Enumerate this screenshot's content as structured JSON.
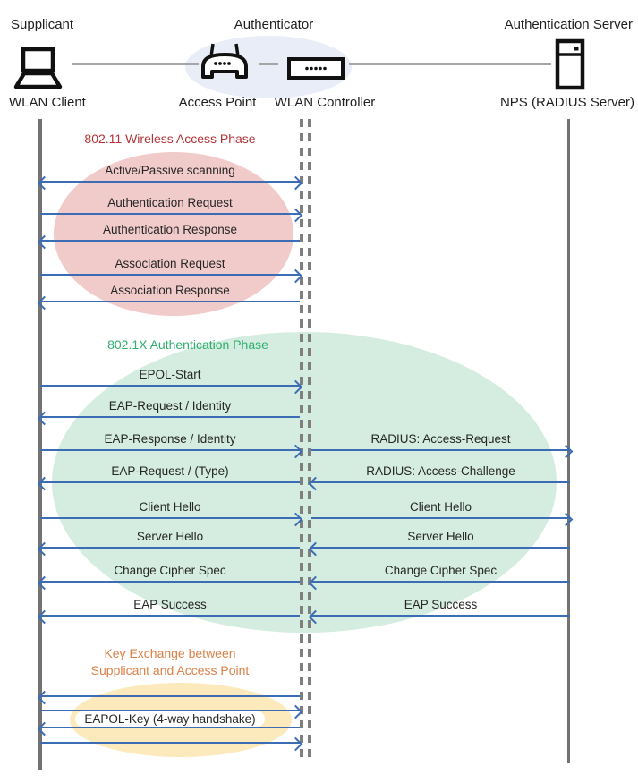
{
  "header": {
    "roles": [
      "Supplicant",
      "Authenticator",
      "Authentication Server"
    ],
    "devices": [
      "WLAN Client",
      "Access Point",
      "WLAN Controller",
      "NPS (RADIUS Server)"
    ]
  },
  "phases": {
    "phase1": {
      "title": "802.11 Wireless Access Phase"
    },
    "phase2": {
      "title": "802.1X Authentication Phase"
    },
    "phase3": {
      "title_line1": "Key Exchange between",
      "title_line2": "Supplicant and Access Point"
    }
  },
  "messages_left": [
    {
      "label": "Active/Passive scanning",
      "direction": "both"
    },
    {
      "label": "Authentication Request",
      "direction": "right"
    },
    {
      "label": "Authentication Response",
      "direction": "left"
    },
    {
      "label": "Association Request",
      "direction": "right"
    },
    {
      "label": "Association Response",
      "direction": "left"
    },
    {
      "label": "EPOL-Start",
      "direction": "right"
    },
    {
      "label": "EAP-Request / Identity",
      "direction": "left"
    },
    {
      "label": "EAP-Response / Identity",
      "direction": "right"
    },
    {
      "label": "EAP-Request / (Type)",
      "direction": "left"
    },
    {
      "label": "Client Hello",
      "direction": "right"
    },
    {
      "label": "Server Hello",
      "direction": "left"
    },
    {
      "label": "Change Cipher Spec",
      "direction": "left"
    },
    {
      "label": "EAP Success",
      "direction": "left"
    },
    {
      "label": "",
      "direction": "left"
    },
    {
      "label": "",
      "direction": "right"
    },
    {
      "label": "EAPOL-Key (4-way handshake)",
      "direction": "left"
    },
    {
      "label": "",
      "direction": "right"
    }
  ],
  "messages_right": [
    {
      "label": "RADIUS: Access-Request",
      "direction": "right"
    },
    {
      "label": "RADIUS: Access-Challenge",
      "direction": "left"
    },
    {
      "label": "Client Hello",
      "direction": "right"
    },
    {
      "label": "Server Hello",
      "direction": "left"
    },
    {
      "label": "Change Cipher Spec",
      "direction": "left"
    },
    {
      "label": "EAP Success",
      "direction": "left"
    }
  ],
  "colors": {
    "arrow_blue": "#3b6cb4",
    "phase1_title": "#b23438",
    "phase1_ellipse": "#f1caca",
    "phase2_title": "#2fae6e",
    "phase2_ellipse": "#d4ede0",
    "phase3_title": "#dd8047",
    "phase3_ellipse": "#fce9bc",
    "authenticator_ellipse": "#e9edf8",
    "lifeline_gray": "#737373",
    "connector_gray": "#a6a6a6"
  }
}
